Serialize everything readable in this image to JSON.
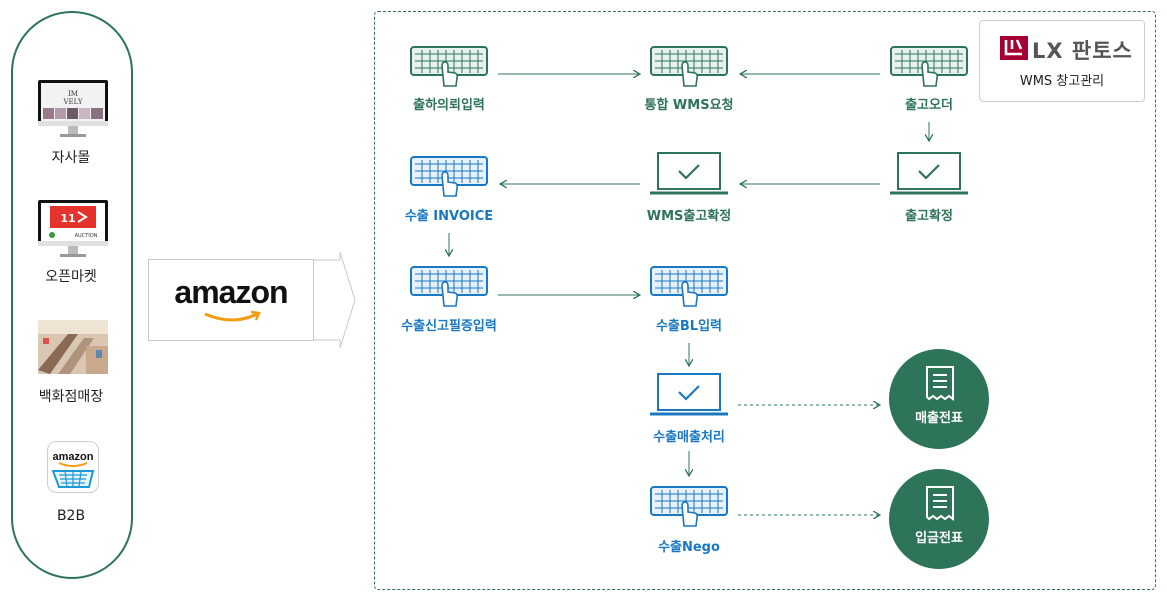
{
  "channels": [
    {
      "label": "자사몰",
      "icon": "monitor-shop-icon"
    },
    {
      "label": "오픈마켓",
      "icon": "monitor-11st-icon",
      "brand": "11",
      "brand_sub": "AUCTION"
    },
    {
      "label": "백화점매장",
      "icon": "department-store-photo-icon"
    },
    {
      "label": "B2B",
      "icon": "amazon-cart-icon",
      "brand": "amazon"
    }
  ],
  "amazon": {
    "logo_text": "amazon"
  },
  "lx": {
    "brand": "LX 판토스",
    "subtitle": "WMS 창고관리"
  },
  "nodes": {
    "outbound_request": "출하의뢰입력",
    "wms_request": "통합 WMS요청",
    "release_order": "출고오더",
    "release_confirm": "출고확정",
    "wms_release_confirm": "WMS출고확정",
    "export_invoice": "수출 INVOICE",
    "export_declaration": "수출신고필증입력",
    "export_bl": "수출BL입력",
    "export_sales": "수출매출처리",
    "export_nego": "수출Nego",
    "sales_slip": "매출전표",
    "deposit_slip": "입금전표"
  },
  "colors": {
    "green": "#2e7458",
    "blue": "#1a78c2"
  }
}
